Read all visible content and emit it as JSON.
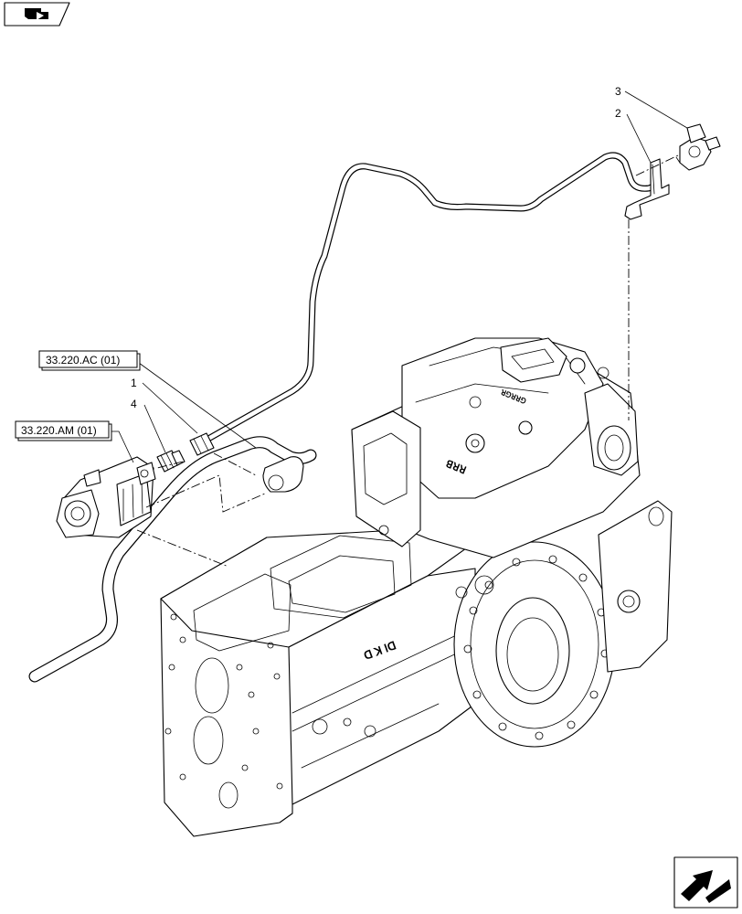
{
  "callouts": [
    {
      "id": "1",
      "label": "1"
    },
    {
      "id": "2",
      "label": "2"
    },
    {
      "id": "3",
      "label": "3"
    },
    {
      "id": "4",
      "label": "4"
    }
  ],
  "references": [
    {
      "id": "ac",
      "label": "33.220.AC (01)"
    },
    {
      "id": "am",
      "label": "33.220.AM (01)"
    }
  ],
  "icons": {
    "top_left": "book-arrow-icon",
    "bottom_right": "return-arrow-icon"
  }
}
